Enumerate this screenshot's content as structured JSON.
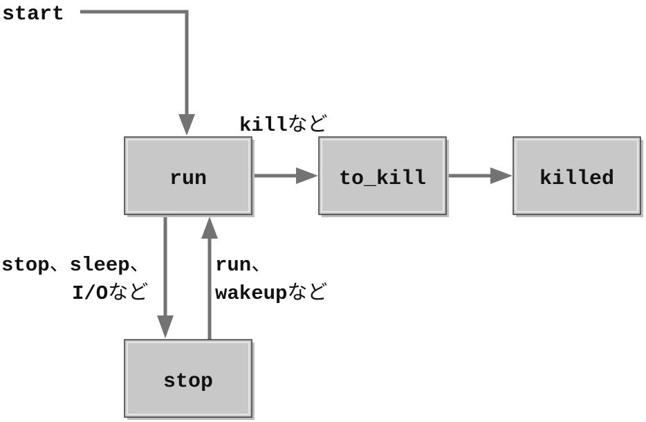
{
  "start_label": "start",
  "states": {
    "run": "run",
    "to_kill": "to_kill",
    "killed": "killed",
    "stop": "stop"
  },
  "edge_labels": {
    "kill": {
      "code": "kill",
      "suffix": "など"
    },
    "stop_sleep_io": {
      "line1": {
        "code1": "stop",
        "sep1": "、",
        "code2": "sleep",
        "sep2": "、"
      },
      "line2": {
        "code": "I/O",
        "suffix": "など"
      }
    },
    "run_wakeup": {
      "line1": {
        "code": "run",
        "sep": "、"
      },
      "line2": {
        "code": "wakeup",
        "suffix": "など"
      }
    }
  },
  "colors": {
    "box_fill": "#c8c8c8",
    "box_border": "#3a3a3a",
    "box_shadow": "#bdbdbd",
    "box_highlight": "#e6e6e6",
    "arrow": "#737373"
  }
}
